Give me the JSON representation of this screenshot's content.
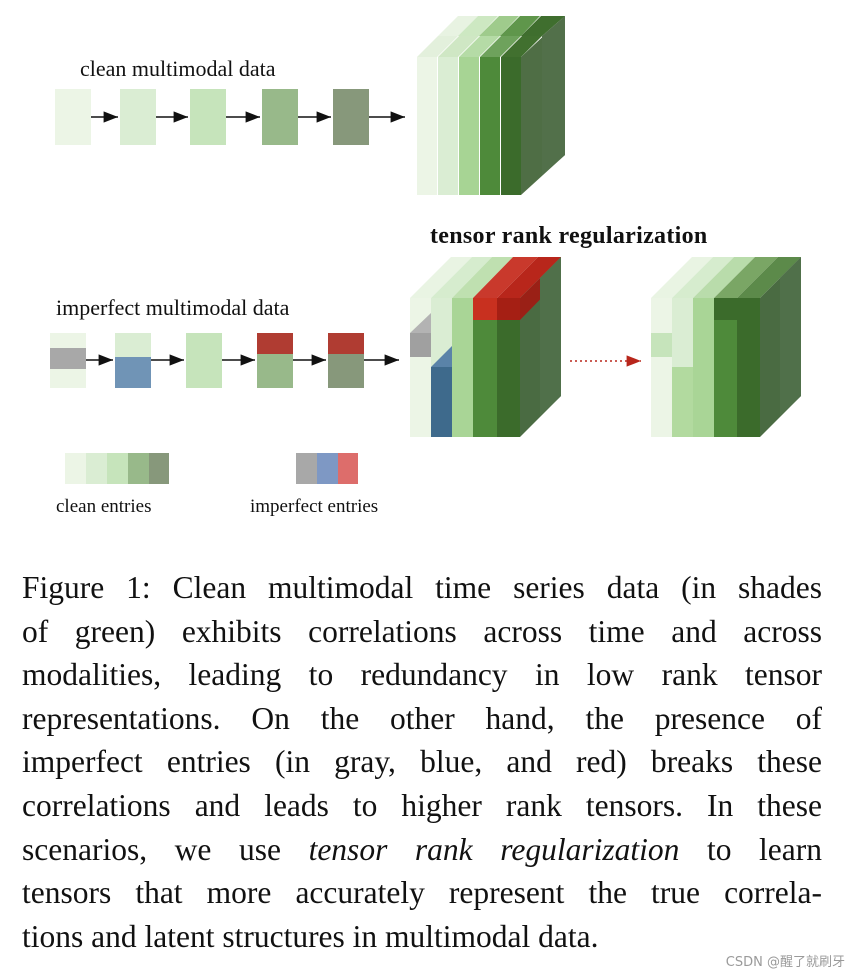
{
  "labels": {
    "clean_data": "clean multimodal data",
    "imperfect_data": "imperfect multimodal data",
    "regularization": "tensor rank regularization",
    "clean_entries": "clean entries",
    "imperfect_entries": "imperfect entries"
  },
  "caption": {
    "line1": "Figure 1: Clean multimodal time series data (in shades",
    "line2": "of green) exhibits correlations across time and across",
    "line3": "modalities, leading to redundancy in low rank tensor",
    "line4": "representations.  On the other hand, the presence of",
    "line5": "imperfect entries (in gray, blue, and red) breaks these",
    "line6": "correlations and leads to higher rank tensors.  In these",
    "line7_pre": "scenarios, we use ",
    "line7_em": "tensor rank regularization",
    "line7_post": " to learn",
    "line8": "tensors that more accurately represent the true correla-",
    "line9": "tions and latent structures in multimodal data."
  },
  "watermark": "CSDN @醒了就刷牙",
  "colors": {
    "green_shades": [
      "#ecf5e6",
      "#daedd3",
      "#c6e4bb",
      "#98b98a",
      "#87987b"
    ],
    "imperfect": [
      "#a8a8a8",
      "#7e98c4",
      "#dd6d6b"
    ],
    "imperfect_dark": [
      "#9c9c9c",
      "#6987ac",
      "#b03c32"
    ],
    "cube_green_dark": "#2f5a22"
  }
}
